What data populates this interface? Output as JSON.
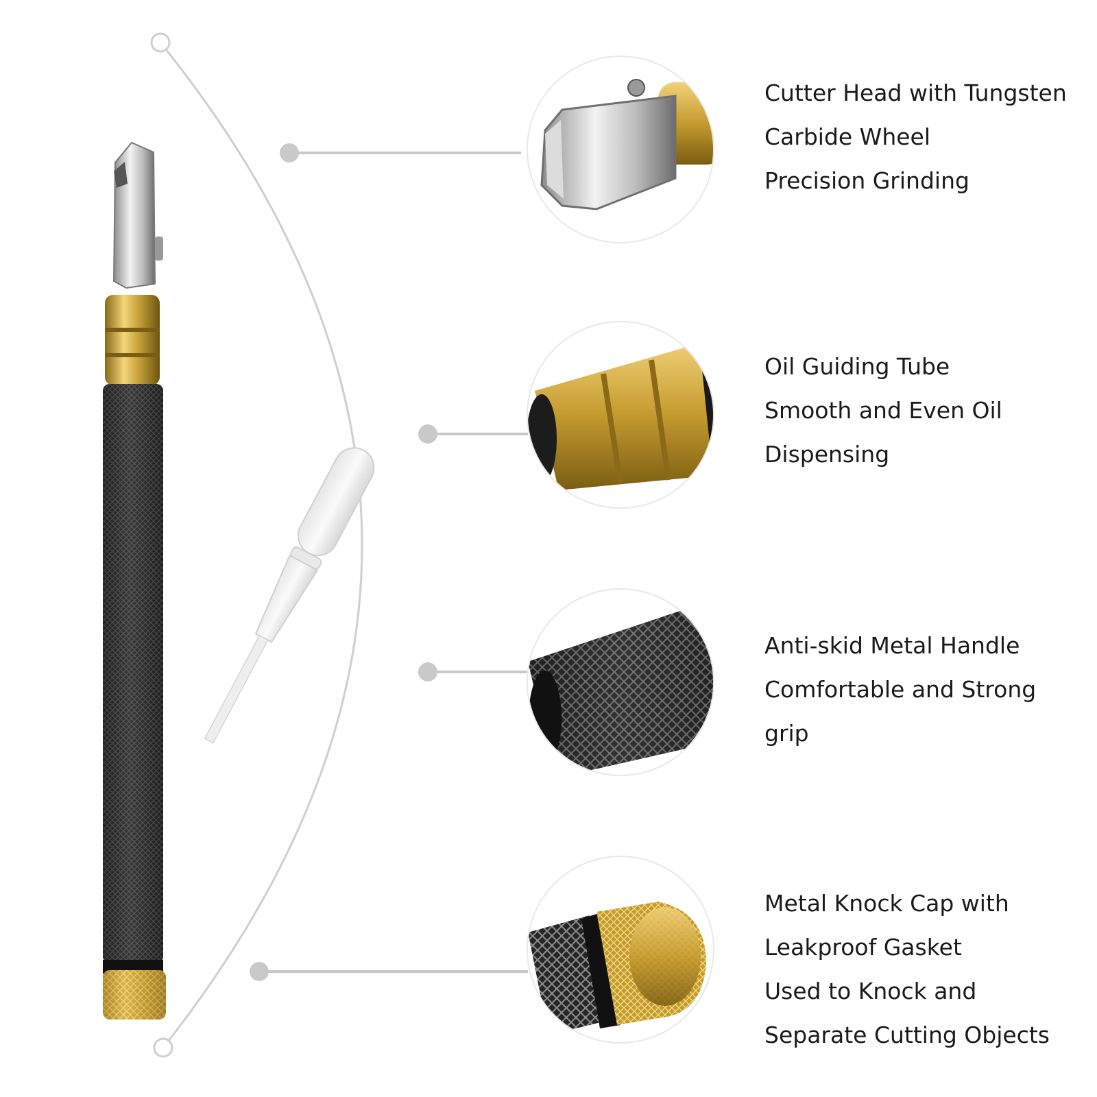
{
  "features": [
    {
      "lines": [
        "Cutter Head with Tungsten",
        "Carbide Wheel",
        "Precision Grinding"
      ]
    },
    {
      "lines": [
        "Oil Guiding Tube",
        "Smooth and Even Oil",
        "Dispensing"
      ]
    },
    {
      "lines": [
        "Anti-skid Metal Handle",
        "Comfortable and Strong",
        "grip"
      ]
    },
    {
      "lines": [
        "Metal Knock Cap with",
        "Leakproof Gasket",
        "Used to Knock and",
        "Separate Cutting Objects"
      ]
    }
  ],
  "colors": {
    "brass": "#c9a43c",
    "steel": "#c8c8c8",
    "handle": "#2a2a2a",
    "connector": "#c9c9c9"
  }
}
